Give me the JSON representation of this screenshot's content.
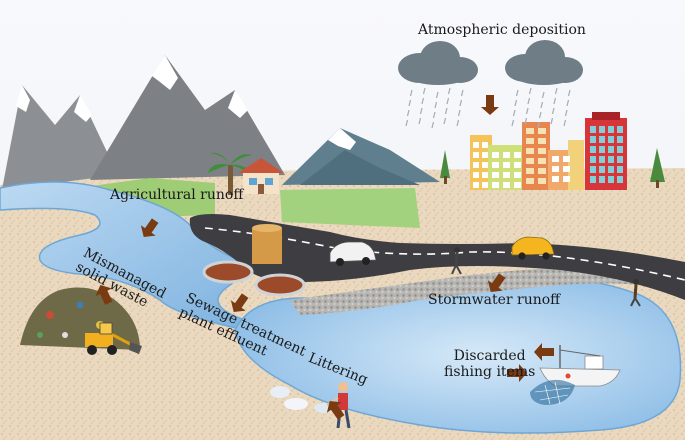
{
  "labels": {
    "atmospheric": "Atmospheric deposition",
    "agricultural": "Agricultural runoff",
    "mismanaged_line1": "Mismanaged",
    "mismanaged_line2": "solid waste",
    "sewage_line1": "Sewage treatment",
    "sewage_line2": "plant effluent",
    "stormwater": "Stormwater runoff",
    "littering": "Littering",
    "discarded_line1": "Discarded",
    "discarded_line2": "fishing items"
  },
  "colors": {
    "sky": "#f3f5fa",
    "ground": "#e9d9c2",
    "water": "#9cc6ea",
    "road": "#3f3f42",
    "field": "#a6d17f",
    "mountain": "#8a8d91",
    "arrow": "#7a3a12"
  },
  "icons": [
    "cloud-icon",
    "rain-icon",
    "mountain-icon",
    "palm-tree-icon",
    "house-icon",
    "building-icon",
    "tree-icon",
    "car-icon",
    "tank-icon",
    "waste-pile-icon",
    "excavator-icon",
    "boat-icon",
    "net-icon",
    "person-icon",
    "arrow-icon"
  ]
}
